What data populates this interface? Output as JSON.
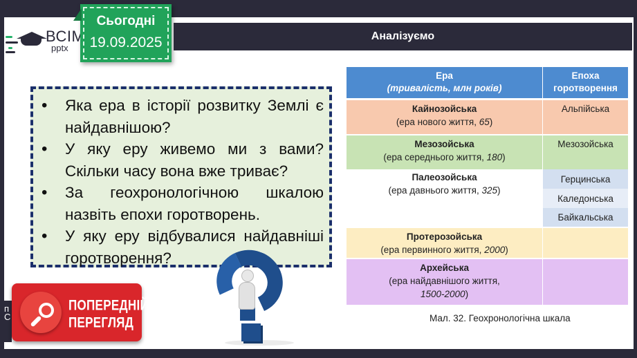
{
  "brand": {
    "name": "ВСІМ",
    "sub": "pptx"
  },
  "date_badge": {
    "label": "Сьогодні",
    "date": "19.09.2025"
  },
  "header": {
    "title": "Аналізуємо"
  },
  "questions": [
    "Яка ера в історії розвитку Землі є найдавнішою?",
    "У яку еру живемо ми з вами? Скільки часу вона вже триває?",
    "За геохронологічною шкалою назвіть епохи горотворень.",
    "У яку еру відбувалися найдавніші горотворення?"
  ],
  "table": {
    "headers": {
      "era": "Ера",
      "era_sub": "(тривалість, млн років)",
      "epoch_l1": "Епоха",
      "epoch_l2": "горотворення"
    },
    "rows": [
      {
        "name": "Кайнозойська",
        "desc": "(ера нового життя, ",
        "duration": "65",
        "close": ")",
        "epochs": [
          "Альпійська"
        ],
        "color": "#f8c9ae"
      },
      {
        "name": "Мезозойська",
        "desc": "(ера середнього життя, ",
        "duration": "180",
        "close": ")",
        "epochs": [
          "Мезозойська"
        ],
        "color": "#c8e3b4"
      },
      {
        "name": "Палеозойська",
        "desc": "(ера давнього життя, ",
        "duration": "325",
        "close": ")",
        "epochs": [
          "Герцинська",
          "Каледонська",
          "Байкальська"
        ],
        "color": "#ffffff"
      },
      {
        "name": "Протерозойська",
        "desc": "(ера первинного життя, ",
        "duration": "2000",
        "close": ")",
        "epochs": [],
        "color": "#fdedc2"
      },
      {
        "name": "Архейська",
        "desc": "(ера найдавнішого життя,",
        "duration": "1500-2000",
        "close": ")",
        "epochs": [],
        "color": "#e3c0f3"
      }
    ],
    "caption": "Мал. 32. Геохронологічна шкала"
  },
  "preview_badge": {
    "line1": "ПОПЕРЕДНІЙ",
    "line2": "ПЕРЕГЛЯД"
  },
  "colors": {
    "dark": "#2b2a3a",
    "green": "#21a35a",
    "table_header": "#4d8bd0",
    "dashed_border": "#1b2f6b",
    "preview_red": "#d9262b"
  }
}
